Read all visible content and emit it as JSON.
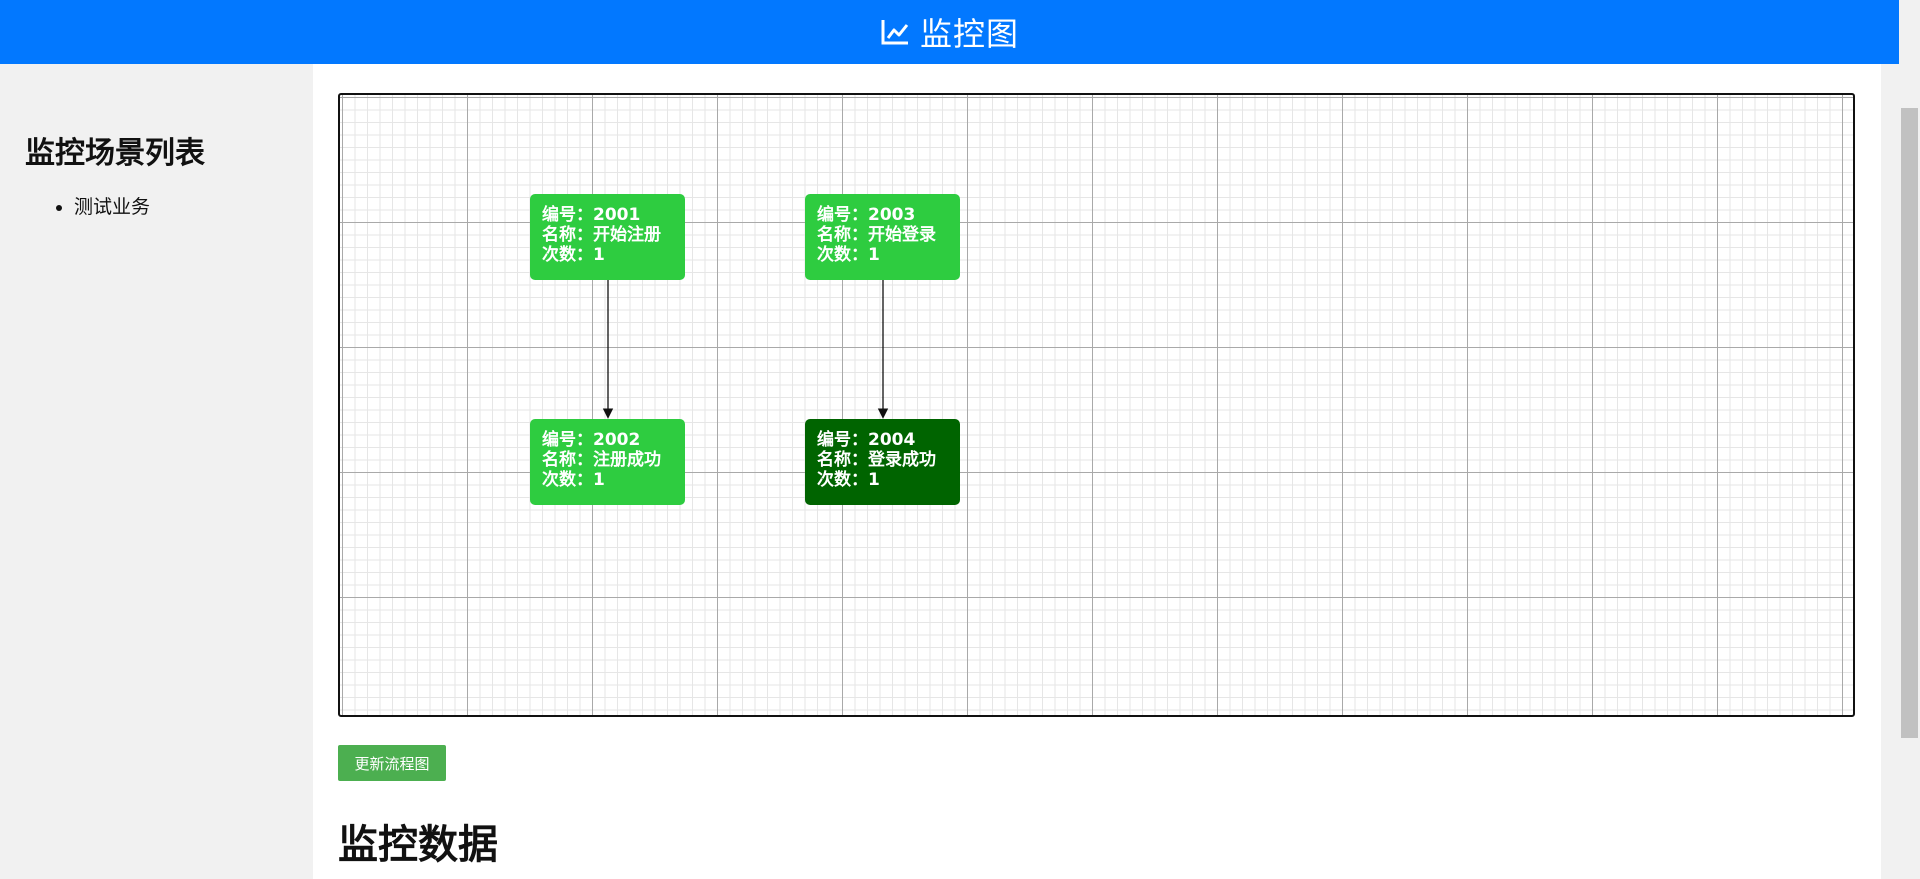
{
  "header": {
    "title": "监控图",
    "icon": "line-chart-icon"
  },
  "sidebar": {
    "title": "监控场景列表",
    "items": [
      {
        "label": "测试业务"
      }
    ]
  },
  "graph": {
    "nodes": [
      {
        "id_line": "编号：2001",
        "name_line": "名称：开始注册",
        "count_line": "次数：1",
        "color": "#2ecc40"
      },
      {
        "id_line": "编号：2002",
        "name_line": "名称：注册成功",
        "count_line": "次数：1",
        "color": "#2ecc40"
      },
      {
        "id_line": "编号：2003",
        "name_line": "名称：开始登录",
        "count_line": "次数：1",
        "color": "#2ecc40"
      },
      {
        "id_line": "编号：2004",
        "name_line": "名称：登录成功",
        "count_line": "次数：1",
        "color": "#006400"
      }
    ],
    "edges": [
      {
        "from": "2001",
        "to": "2002"
      },
      {
        "from": "2003",
        "to": "2004"
      }
    ]
  },
  "actions": {
    "refresh_label": "更新流程图"
  },
  "data_section": {
    "title": "监控数据"
  },
  "colors": {
    "header": "#0278ff",
    "node": "#2ecc40",
    "node_active": "#006400",
    "button": "#4caf50"
  }
}
